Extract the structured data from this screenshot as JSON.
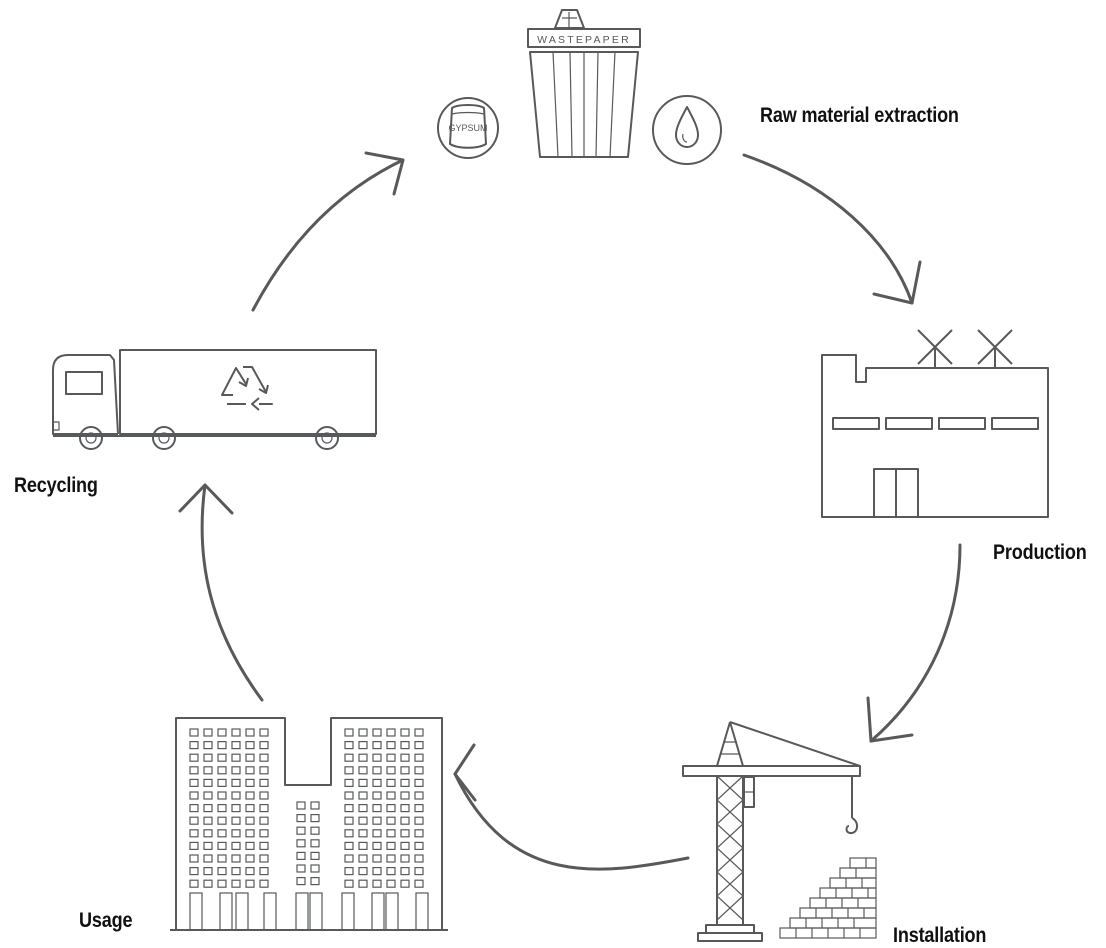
{
  "stages": {
    "raw_material": "Raw material extraction",
    "production": "Production",
    "installation": "Installation",
    "usage": "Usage",
    "recycling": "Recycling"
  },
  "icon_text": {
    "bin_label": "WASTEPAPER",
    "bag_label": "GYPSUM"
  },
  "colors": {
    "line": "#58595b",
    "label": "#111111",
    "background": "#ffffff"
  },
  "icons": [
    "wastepaper-bin-icon",
    "gypsum-bag-icon",
    "water-drop-icon",
    "factory-icon",
    "wind-turbine-icon",
    "crane-icon",
    "brick-stack-icon",
    "apartment-building-icon",
    "recycling-truck-icon",
    "recycle-symbol-icon"
  ]
}
